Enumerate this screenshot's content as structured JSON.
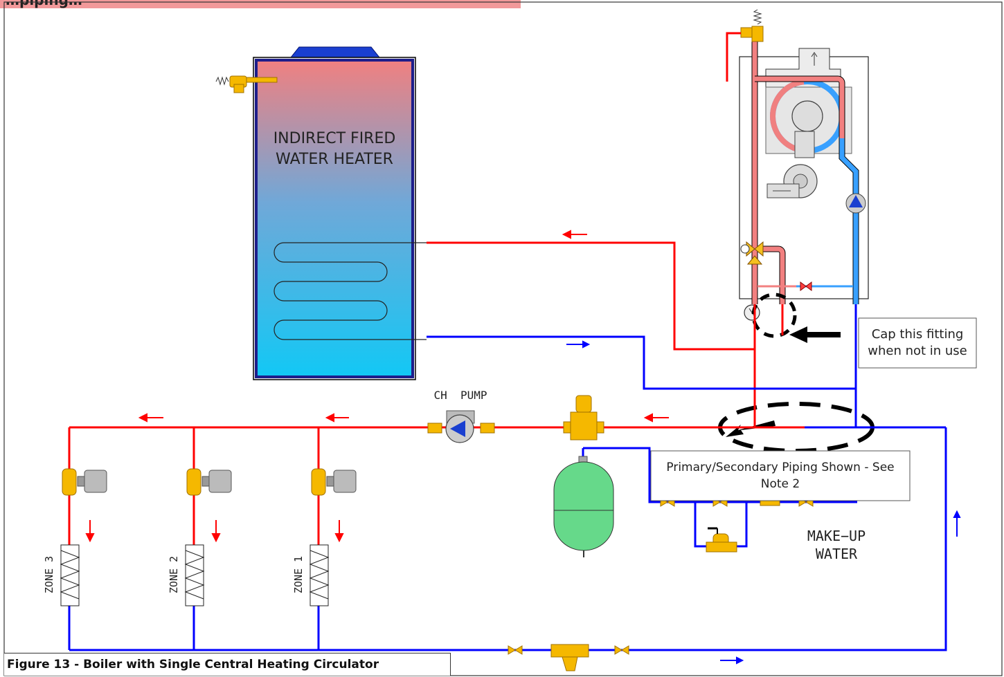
{
  "header": {
    "banner_text": "…piping…"
  },
  "caption": "Figure 13 - Boiler with Single Central Heating Circulator",
  "water_heater": {
    "line1": "INDIRECT FIRED",
    "line2": "WATER HEATER"
  },
  "pump_label": "CH  PUMP",
  "note_cap": {
    "line1": "Cap this fitting",
    "line2": "when not in use"
  },
  "note_primary": {
    "line1": "Primary/Secondary Piping Shown - See",
    "line2": "Note 2"
  },
  "makeup": {
    "line1": "MAKE−UP",
    "line2": "WATER"
  },
  "zones": [
    "ZONE 3",
    "ZONE 2",
    "ZONE 1"
  ],
  "colors": {
    "supply": "#ff0000",
    "return": "#0000ff",
    "brass": "#f5b800",
    "tank": "#66d98a",
    "banner": "#f2999a"
  }
}
